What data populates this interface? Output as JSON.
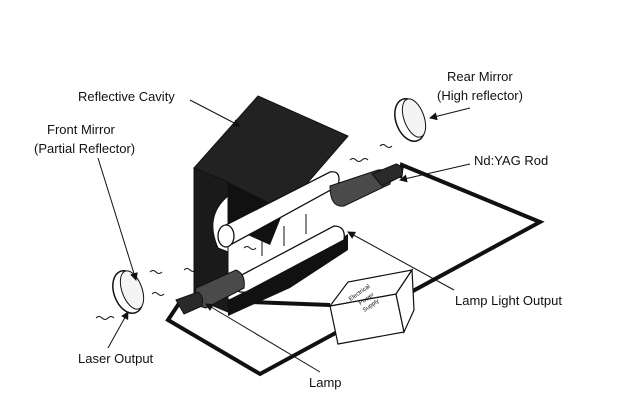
{
  "diagram": {
    "labels": {
      "reflective_cavity": "Reflective Cavity",
      "rear_mirror_line1": "Rear Mirror",
      "rear_mirror_line2": "(High reflector)",
      "front_mirror_line1": "Front Mirror",
      "front_mirror_line2": "(Partial Reflector)",
      "rod": "Nd:YAG Rod",
      "lamp_light_output": "Lamp Light Output",
      "laser_output": "Laser Output",
      "lamp": "Lamp",
      "power_supply_line1": "Electrical",
      "power_supply_line2": "Power",
      "power_supply_line3": "Supply"
    }
  }
}
